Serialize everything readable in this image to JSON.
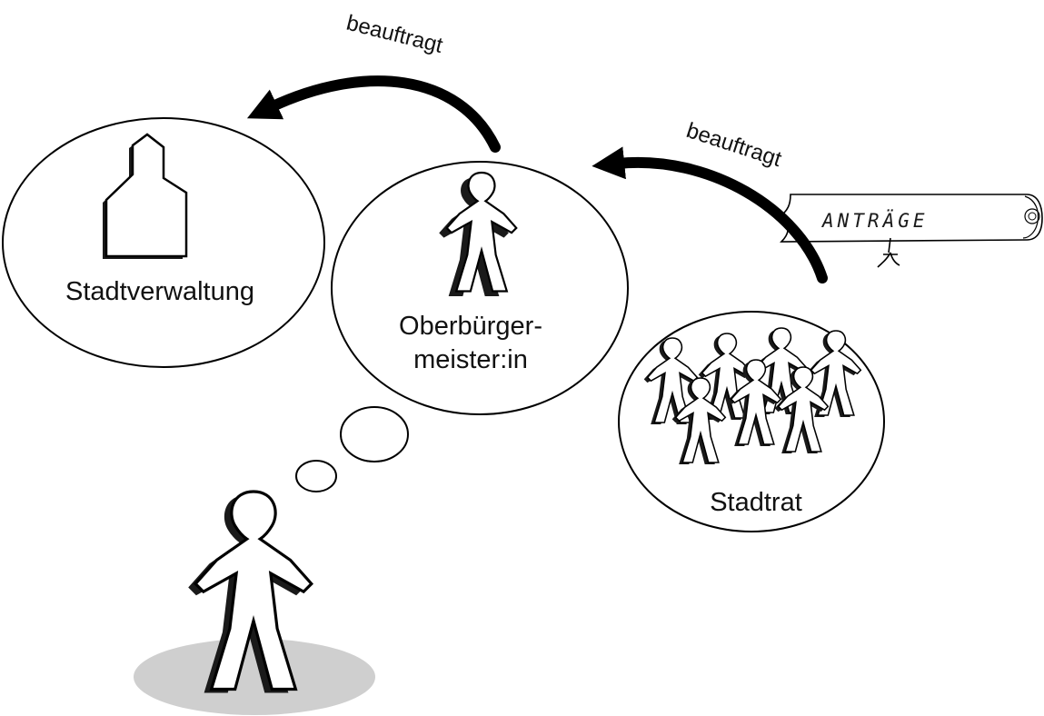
{
  "diagram": {
    "nodes": {
      "administration": {
        "label": "Stadtverwaltung",
        "icon": "town-hall-icon"
      },
      "mayor": {
        "label_line1": "Oberbürger-",
        "label_line2": "meister:in",
        "icon": "person-icon"
      },
      "council": {
        "label": "Stadtrat",
        "icon": "group-of-people-icon"
      },
      "citizen": {
        "icon": "person-thinking-icon"
      }
    },
    "edges": [
      {
        "from": "mayor",
        "to": "administration",
        "label": "beauftragt"
      },
      {
        "from": "council",
        "to": "mayor",
        "label": "beauftragt"
      }
    ],
    "scroll": {
      "label": "ANTRÄGE",
      "icon": "scroll-icon"
    }
  },
  "colors": {
    "stroke": "#000000",
    "fill": "#ffffff",
    "shadow": "#1a1a1a",
    "ground": "#cfcfcf"
  }
}
